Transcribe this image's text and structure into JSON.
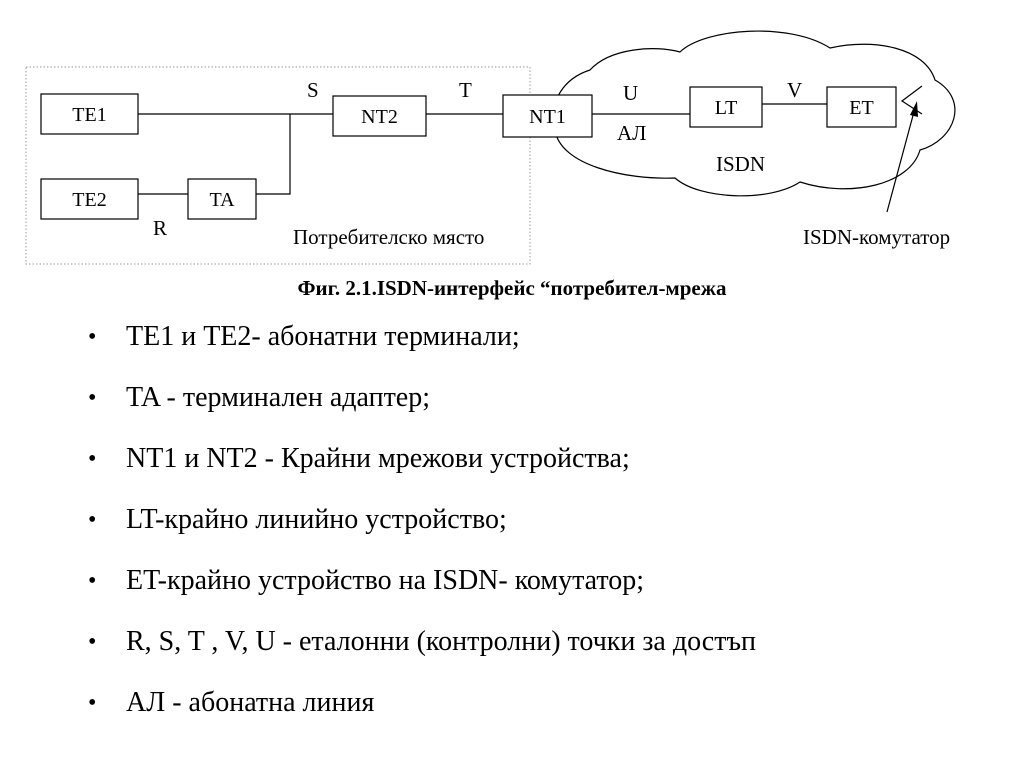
{
  "diagram": {
    "boxes": {
      "te1": "TE1",
      "te2": "TE2",
      "ta": "TA",
      "nt2": "NT2",
      "nt1": "NT1",
      "lt": "LT",
      "et": "ET"
    },
    "ref_points": {
      "r": "R",
      "s": "S",
      "t": "T",
      "u": "U",
      "v": "V"
    },
    "line_label": "АЛ",
    "network_label": "ISDN",
    "premises_label": "Потребителско място",
    "switch_label": "ISDN-комутатор"
  },
  "caption": "Фиг. 2.1.ISDN-интерфейс “потребител-мрежа",
  "legend": [
    "TE1 и TE2- абонатни терминали;",
    "TA - терминален адаптер;",
    "NT1 и NT2 - Крайни мрежови устройства;",
    "LT-крайно линийно устройство;",
    "ET-крайно устройство на ISDN- комутатор;",
    "R, S, T , V, U - еталонни (контролни) точки за достъп",
    "АЛ - абонатна линия"
  ],
  "bullet": "•"
}
